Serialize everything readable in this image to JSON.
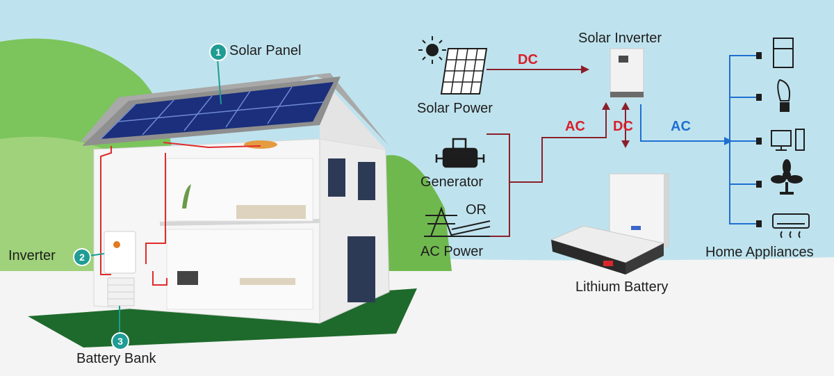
{
  "house_labels": {
    "solar_panel": {
      "number": "1",
      "label": "Solar Panel"
    },
    "inverter": {
      "number": "2",
      "label": "Inverter"
    },
    "battery_bank": {
      "number": "3",
      "label": "Battery Bank"
    }
  },
  "system": {
    "solar_power": "Solar Power",
    "generator": "Generator",
    "or": "OR",
    "ac_power": "AC Power",
    "solar_inverter": "Solar Inverter",
    "lithium_battery": "Lithium Battery",
    "home_appliances": "Home Appliances"
  },
  "flows": {
    "dc_top": "DC",
    "ac_in": "AC",
    "dc_battery": "DC",
    "ac_out": "AC"
  },
  "colors": {
    "flow_red": "#d81f2a",
    "flow_blue": "#1f6fd1",
    "wire_dark_red": "#8a1f2a",
    "badge_teal": "#1f9c94"
  }
}
